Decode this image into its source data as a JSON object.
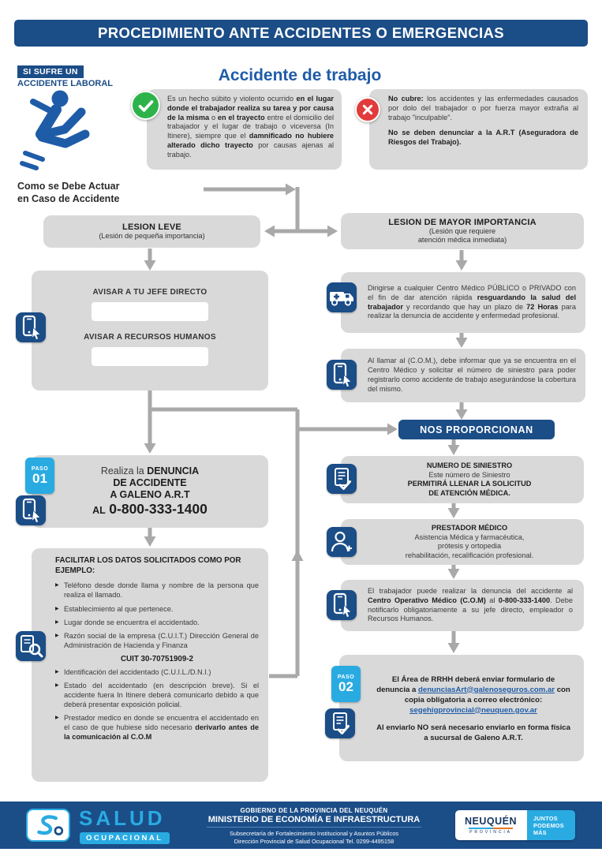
{
  "colors": {
    "navy": "#1b4d87",
    "blue": "#1f5ca8",
    "light_blue": "#29abe2",
    "green": "#2db34a",
    "red": "#e23b3b",
    "box_gray": "#d9d9d9",
    "connector_gray": "#a9a9a9"
  },
  "header": {
    "title": "PROCEDIMIENTO ANTE ACCIDENTES O EMERGENCIAS"
  },
  "intro": {
    "badge_line1": "SI SUFRE UN",
    "badge_line2": "ACCIDENTE LABORAL",
    "section_title": "Accidente de trabajo",
    "covered_segments": [
      {
        "t": "Es un hecho súbito y violento ocurrido "
      },
      {
        "t": "en el lugar donde el trabajador realiza su tarea y por causa de la misma",
        "b": true
      },
      {
        "t": " o "
      },
      {
        "t": "en el trayecto",
        "b": true
      },
      {
        "t": " entre el domicilio del trabajador y el lugar de trabajo o viceversa (In Itinere), siempre que el "
      },
      {
        "t": "damnificado no hubiere alterado dicho trayecto",
        "b": true
      },
      {
        "t": " por causas ajenas al trabajo."
      }
    ],
    "not_covered_p1": [
      {
        "t": "No cubre:",
        "b": true
      },
      {
        "t": " los accidentes y las enfermedades causados por dolo del trabajador o por fuerza mayor extraña al trabajo \"inculpable\"."
      }
    ],
    "not_covered_p2": "No se deben denunciar a la A.R.T (Aseguradora de Riesgos del Trabajo)."
  },
  "flow_label": {
    "line1": "Como se Debe Actuar",
    "line2": "en Caso de Accidente"
  },
  "lesion_leve": {
    "title": "LESION LEVE",
    "subtitle": "(Lesión de pequeña importancia)"
  },
  "lesion_mayor": {
    "title": "LESION DE MAYOR IMPORTANCIA",
    "subtitle1": "(Lesión que requiere",
    "subtitle2": "atención médica inmediata)"
  },
  "avisar": {
    "label1": "AVISAR A TU JEFE DIRECTO",
    "input1_value": "",
    "label2": "AVISAR A RECURSOS HUMANOS",
    "input2_value": ""
  },
  "centro_medico_segments": [
    {
      "t": "Dirigirse a cualquier Centro Médico PÚBLICO o PRIVADO con el fin de dar atención rápida "
    },
    {
      "t": "resguardando la salud del trabajador",
      "b": true
    },
    {
      "t": " y recordando que hay un plazo de "
    },
    {
      "t": "72 Horas",
      "b": true
    },
    {
      "t": " para realizar la denuncia de accidente y enfermedad profesional."
    }
  ],
  "com_segments": [
    {
      "t": "Al llamar al (C.O.M.), debe informar que ya se encuentra en el Centro Médico y solicitar el número de siniestro para poder registrarlo como accidente de trabajo asegurándose la cobertura del mismo."
    }
  ],
  "nos_proporcionan": "NOS PROPORCIONAN",
  "numero_siniestro": {
    "title": "NUMERO DE SINIESTRO",
    "line1": "Este número de Siniestro",
    "line2": "PERMITIRÁ LLENAR LA SOLICITUD",
    "line3": "DE ATENCIÓN MÉDICA."
  },
  "prestador": {
    "title": "PRESTADOR MÉDICO",
    "line1": "Asistencia Médica y farmacéutica,",
    "line2": "prótesis y ortopedia",
    "line3": "rehabilitación, recalificación profesional."
  },
  "trabajador_segments": [
    {
      "t": "El trabajador puede realizar la denuncia del accidente al "
    },
    {
      "t": "Centro Operativo Médico (C.O.M)",
      "b": true
    },
    {
      "t": " al "
    },
    {
      "t": "0-800-333-1400",
      "b": true
    },
    {
      "t": ". Debe notificarlo obligatoriamente a su jefe directo, empleador o Recursos Humanos."
    }
  ],
  "paso1": {
    "badge_label": "PASO",
    "badge_number": "01",
    "line1_segments": [
      {
        "t": "Realiza la "
      },
      {
        "t": "DENUNCIA",
        "b": true
      }
    ],
    "line2": "DE ACCIDENTE",
    "line3": "A GALENO A.R.T",
    "line4_prefix": "AL",
    "line4_number": "0-800-333-1400"
  },
  "facilitar": {
    "title": "FACILITAR LOS DATOS SOLICITADOS COMO POR EJEMPLO:",
    "items": [
      [
        {
          "t": "Teléfono desde donde llama y nombre de la persona que realiza el llamado."
        }
      ],
      [
        {
          "t": "Establecimiento al que pertenece."
        }
      ],
      [
        {
          "t": "Lugar donde se encuentra el accidentado."
        }
      ],
      [
        {
          "t": "Razón social de la empresa (C.U.I.T.) Dirección General de Administración de Hacienda y Finanza"
        }
      ],
      [
        {
          "t": "Identificación del accidentado (C.U.I.L./D.N.I.)"
        }
      ],
      [
        {
          "t": "Estado del accidentado (en descripción breve). Si el accidente fuera In Itinere deberá comunicarlo debido a que deberá presentar exposición policial."
        }
      ],
      [
        {
          "t": "Prestador medico en donde se encuentra el accidentado en el caso de que hubiese sido necesario "
        },
        {
          "t": "derivarlo antes de la comunicación al C.O.M",
          "b": true
        }
      ]
    ],
    "cuit": "CUIT 30-70751909-2"
  },
  "paso2": {
    "badge_label": "PASO",
    "badge_number": "02",
    "main_segments": [
      {
        "t": "El Área de RRHH deberá enviar formulario de denuncia a "
      },
      {
        "t": "denunciasArt@galenoseguros.com.ar",
        "link": true
      },
      {
        "t": " con copia obligatoria a correo electrónico: "
      },
      {
        "t": "segehigprovincial@neuquen.gov.ar",
        "link": true
      }
    ],
    "note_segments": [
      {
        "t": "Al enviarlo NO será necesario enviarlo en forma física a sucursal de Galeno A.R.T."
      }
    ]
  },
  "footer": {
    "logo_line1": "SALUD",
    "logo_line2": "OCUPACIONAL",
    "gov_line1": "GOBIERNO DE LA PROVINCIA DEL NEUQUÉN",
    "gov_line2": "MINISTERIO DE ECONOMÍA E INFRAESTRUCTURA",
    "gov_line3": "Subsecretaría de Fortalecimiento Institucional y Asuntos Públicos",
    "gov_line4": "Dirección Provincial de Salud Ocupacional Tel. 0299-4495158",
    "brand_name": "NEUQUÉN",
    "brand_sub": "PROVINCIA",
    "slogan_line1": "JUNTOS",
    "slogan_line2": "PODEMOS",
    "slogan_line3": "MÁS"
  }
}
